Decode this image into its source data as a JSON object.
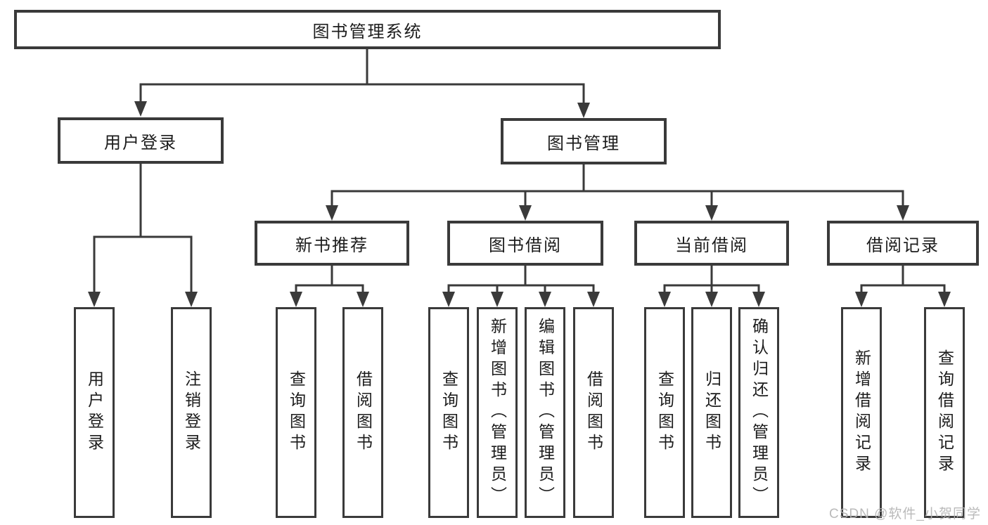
{
  "diagram": {
    "root": "图书管理系统",
    "level2": {
      "user_login": "用户登录",
      "book_mgmt": "图书管理"
    },
    "level3": {
      "new_book_rec": "新书推荐",
      "book_borrow": "图书借阅",
      "current_borrow": "当前借阅",
      "borrow_records": "借阅记录"
    },
    "leaves": {
      "user_login": "用户登录",
      "logout": "注销登录",
      "query_book_1": "查询图书",
      "borrow_book_1": "借阅图书",
      "query_book_2": "查询图书",
      "add_book": "新增图书（管理员）",
      "edit_book": "编辑图书（管理员）",
      "borrow_book_2": "借阅图书",
      "query_book_3": "查询图书",
      "return_book": "归还图书",
      "confirm_return": "确认归还（管理员）",
      "add_record": "新增借阅记录",
      "query_record": "查询借阅记录"
    }
  },
  "watermark": "CSDN @软件_小贺同学",
  "colors": {
    "line": "#3a3a3a",
    "text": "#1c1c1c",
    "watermark": "#b3b3b3",
    "background": "#ffffff"
  }
}
